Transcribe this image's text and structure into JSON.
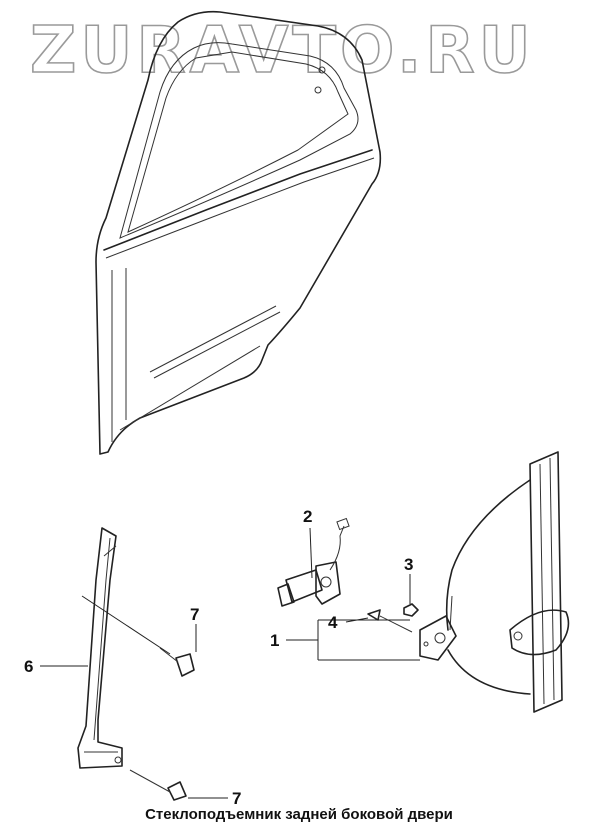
{
  "watermark": "ZURAVTO.RU",
  "callouts": {
    "c1": "1",
    "c2": "2",
    "c3": "3",
    "c4": "4",
    "c6": "6",
    "c7a": "7",
    "c7b": "7"
  },
  "caption": "Стеклоподъемник задней боковой двери"
}
